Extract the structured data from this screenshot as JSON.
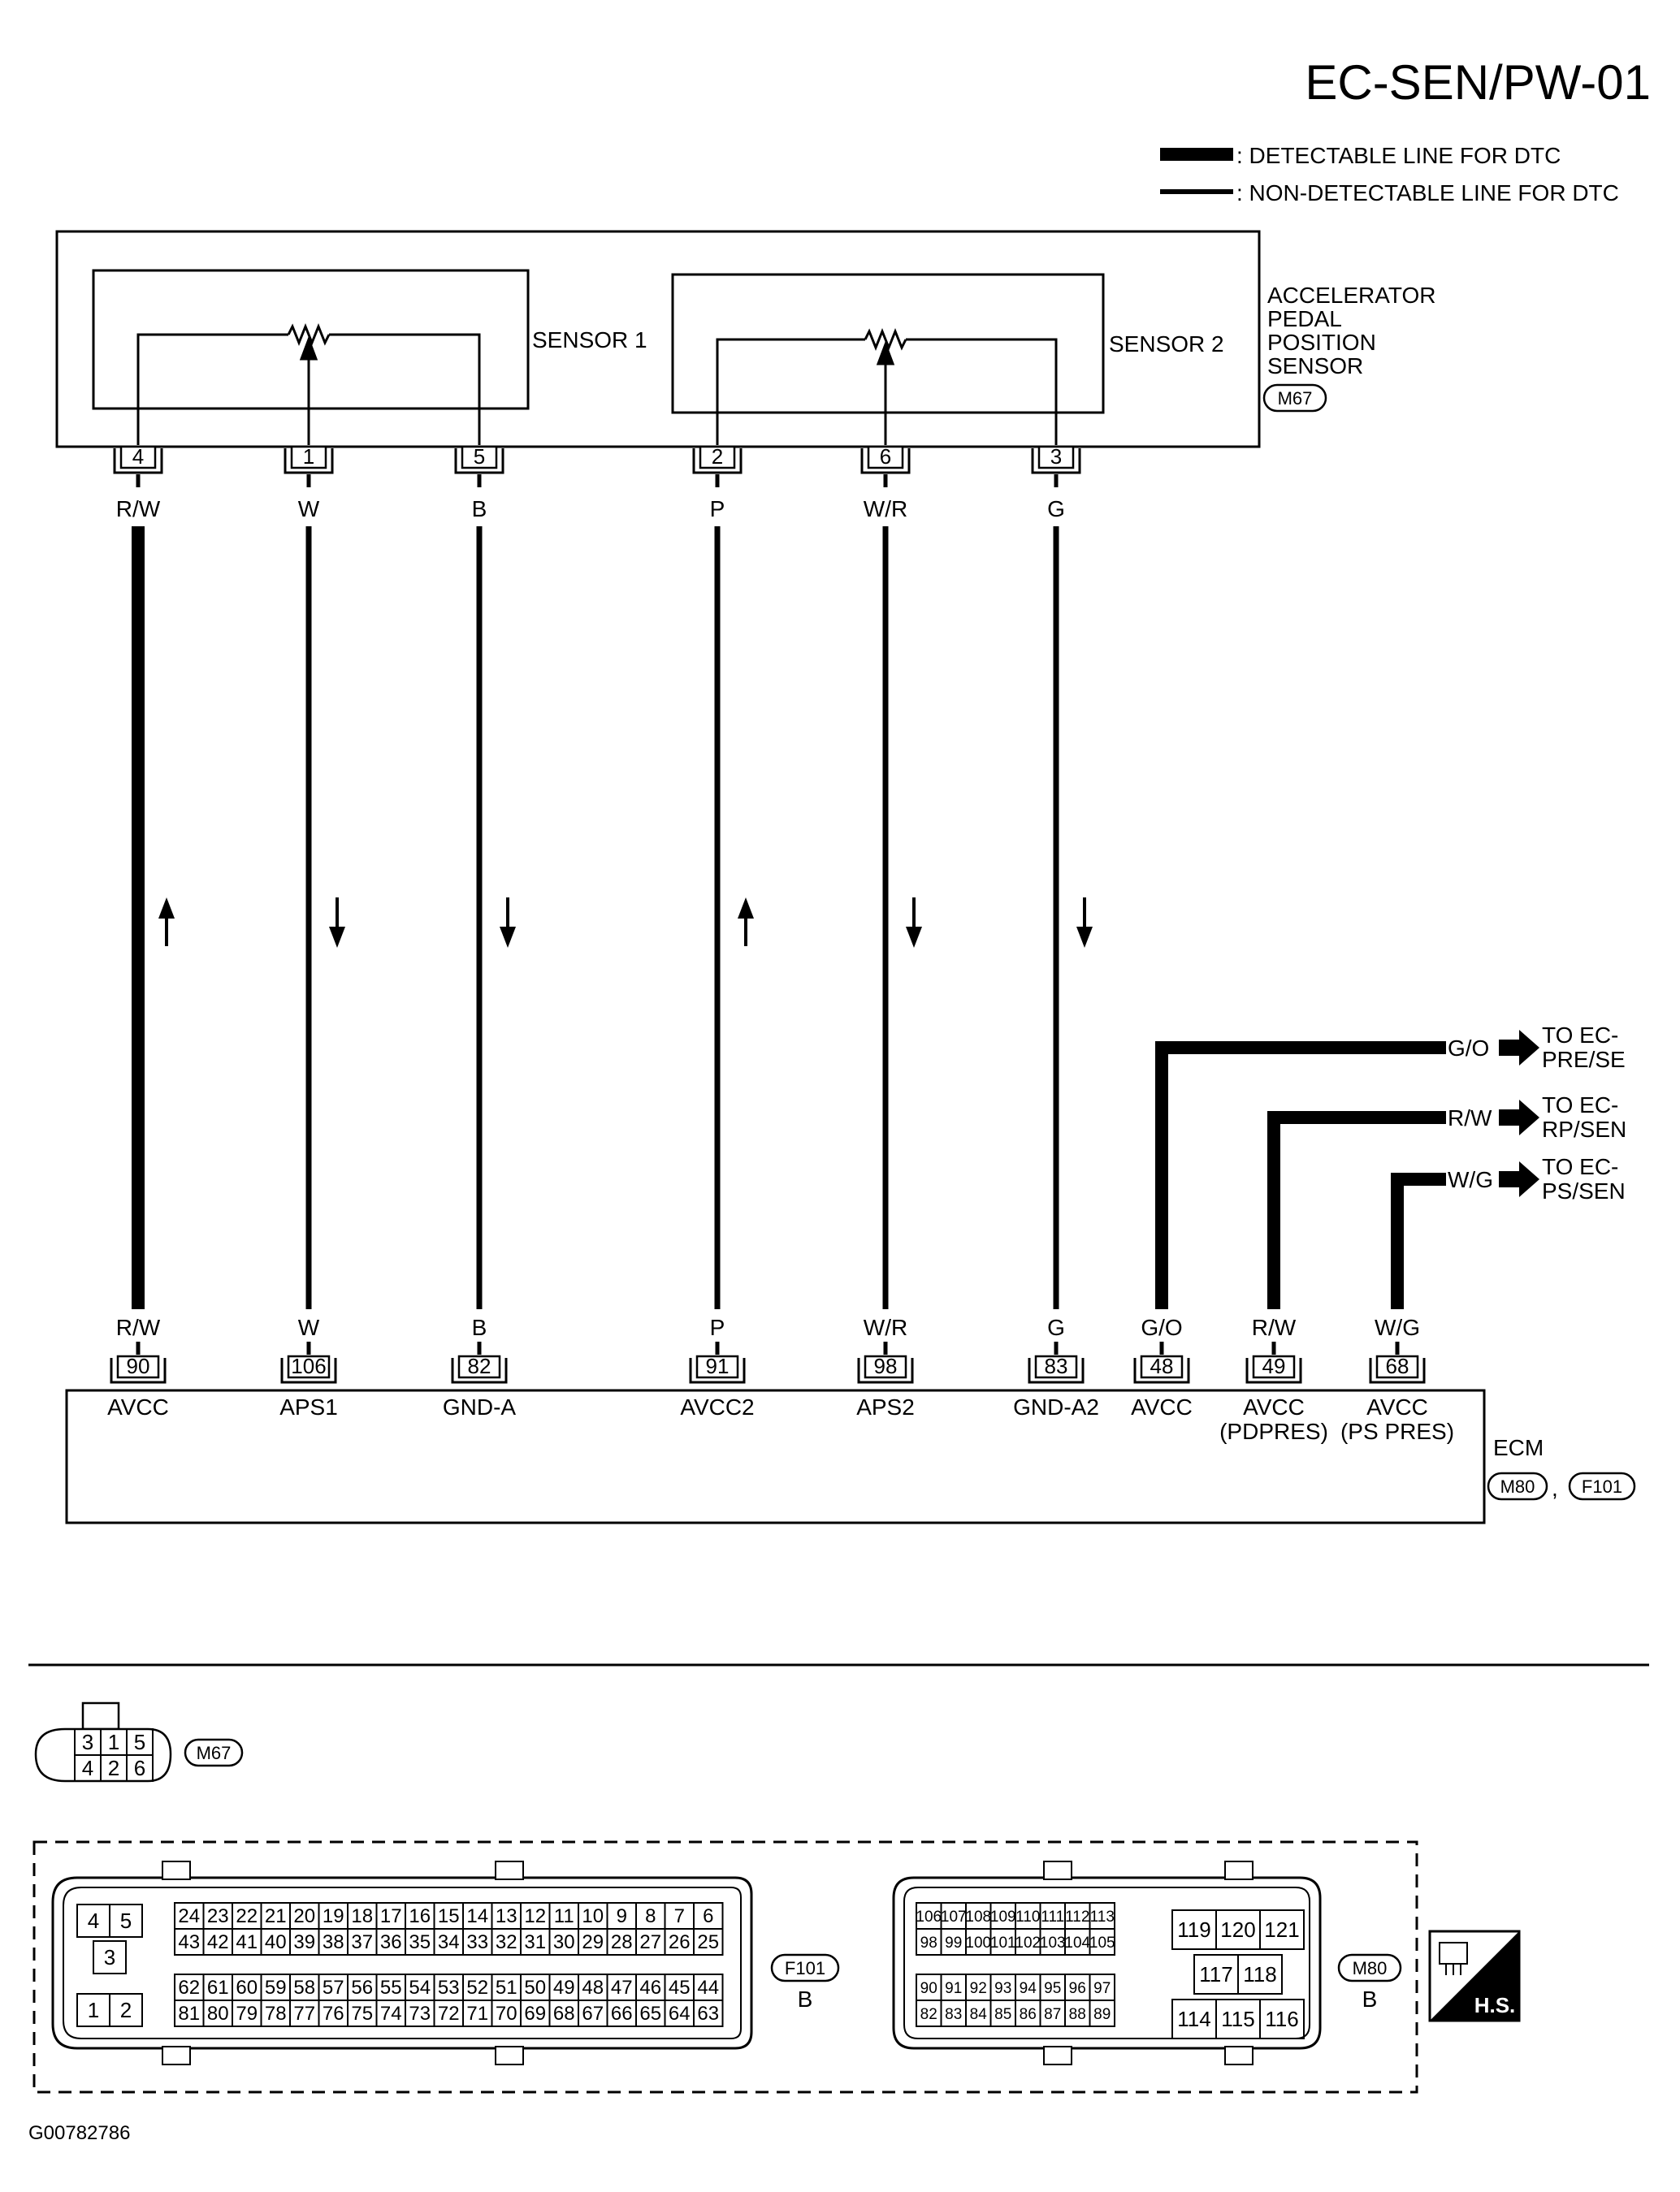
{
  "title": "EC-SEN/PW-01",
  "legend": {
    "detectable": ": DETECTABLE LINE FOR DTC",
    "non_detectable": ": NON-DETECTABLE LINE FOR DTC"
  },
  "sensor": {
    "name_lines": [
      "ACCELERATOR",
      "PEDAL",
      "POSITION",
      "SENSOR"
    ],
    "connector": "M67",
    "sensor1": "SENSOR 1",
    "sensor2": "SENSOR 2"
  },
  "ecm": {
    "label": "ECM",
    "connectors": [
      "M80",
      "F101"
    ],
    "comma": ","
  },
  "wires": [
    {
      "sensor_pin": "4",
      "color_top": "R/W",
      "color_bottom": "R/W",
      "ecm_pin": "90",
      "signal": "AVCC",
      "signal2": "",
      "thick": true,
      "dir": "up"
    },
    {
      "sensor_pin": "1",
      "color_top": "W",
      "color_bottom": "W",
      "ecm_pin": "106",
      "signal": "APS1",
      "signal2": "",
      "thick": false,
      "dir": "down"
    },
    {
      "sensor_pin": "5",
      "color_top": "B",
      "color_bottom": "B",
      "ecm_pin": "82",
      "signal": "GND-A",
      "signal2": "",
      "thick": false,
      "dir": "down"
    },
    {
      "sensor_pin": "2",
      "color_top": "P",
      "color_bottom": "P",
      "ecm_pin": "91",
      "signal": "AVCC2",
      "signal2": "",
      "thick": false,
      "dir": "up"
    },
    {
      "sensor_pin": "6",
      "color_top": "W/R",
      "color_bottom": "W/R",
      "ecm_pin": "98",
      "signal": "APS2",
      "signal2": "",
      "thick": false,
      "dir": "down"
    },
    {
      "sensor_pin": "3",
      "color_top": "G",
      "color_bottom": "G",
      "ecm_pin": "83",
      "signal": "GND-A2",
      "signal2": "",
      "thick": false,
      "dir": "down"
    }
  ],
  "outputs": [
    {
      "ecm_pin": "48",
      "color": "G/O",
      "signal": "AVCC",
      "signal2": "",
      "dest1": "TO EC-",
      "dest2": "PRE/SE"
    },
    {
      "ecm_pin": "49",
      "color": "R/W",
      "signal": "AVCC",
      "signal2": "(PDPRES)",
      "dest1": "TO EC-",
      "dest2": "RP/SEN"
    },
    {
      "ecm_pin": "68",
      "color": "W/G",
      "signal": "AVCC",
      "signal2": "(PS PRES)",
      "dest1": "TO EC-",
      "dest2": "PS/SEN"
    }
  ],
  "m67_face": {
    "id": "M67",
    "rows": [
      [
        "3",
        "1",
        "5"
      ],
      [
        "4",
        "2",
        "6"
      ]
    ]
  },
  "f101_face": {
    "id": "F101",
    "sub": "B",
    "left_block": [
      "4",
      "5",
      "3",
      "1",
      "2"
    ],
    "rows": [
      [
        "24",
        "23",
        "22",
        "21",
        "20",
        "19",
        "18",
        "17",
        "16",
        "15",
        "14",
        "13",
        "12",
        "11",
        "10",
        "9",
        "8",
        "7",
        "6"
      ],
      [
        "43",
        "42",
        "41",
        "40",
        "39",
        "38",
        "37",
        "36",
        "35",
        "34",
        "33",
        "32",
        "31",
        "30",
        "29",
        "28",
        "27",
        "26",
        "25"
      ],
      [
        "62",
        "61",
        "60",
        "59",
        "58",
        "57",
        "56",
        "55",
        "54",
        "53",
        "52",
        "51",
        "50",
        "49",
        "48",
        "47",
        "46",
        "45",
        "44"
      ],
      [
        "81",
        "80",
        "79",
        "78",
        "77",
        "76",
        "75",
        "74",
        "73",
        "72",
        "71",
        "70",
        "69",
        "68",
        "67",
        "66",
        "65",
        "64",
        "63"
      ]
    ]
  },
  "m80_face": {
    "id": "M80",
    "sub": "B",
    "rows": [
      [
        "106",
        "107",
        "108",
        "109",
        "110",
        "111",
        "112",
        "113"
      ],
      [
        "98",
        "99",
        "100",
        "101",
        "102",
        "103",
        "104",
        "105"
      ],
      [
        "90",
        "91",
        "92",
        "93",
        "94",
        "95",
        "96",
        "97"
      ],
      [
        "82",
        "83",
        "84",
        "85",
        "86",
        "87",
        "88",
        "89"
      ]
    ],
    "right_block": [
      [
        "119",
        "120",
        "121"
      ],
      [
        "117",
        "118"
      ],
      [
        "114",
        "115",
        "116"
      ]
    ]
  },
  "hs_label": "H.S.",
  "figure_code": "G00782786"
}
